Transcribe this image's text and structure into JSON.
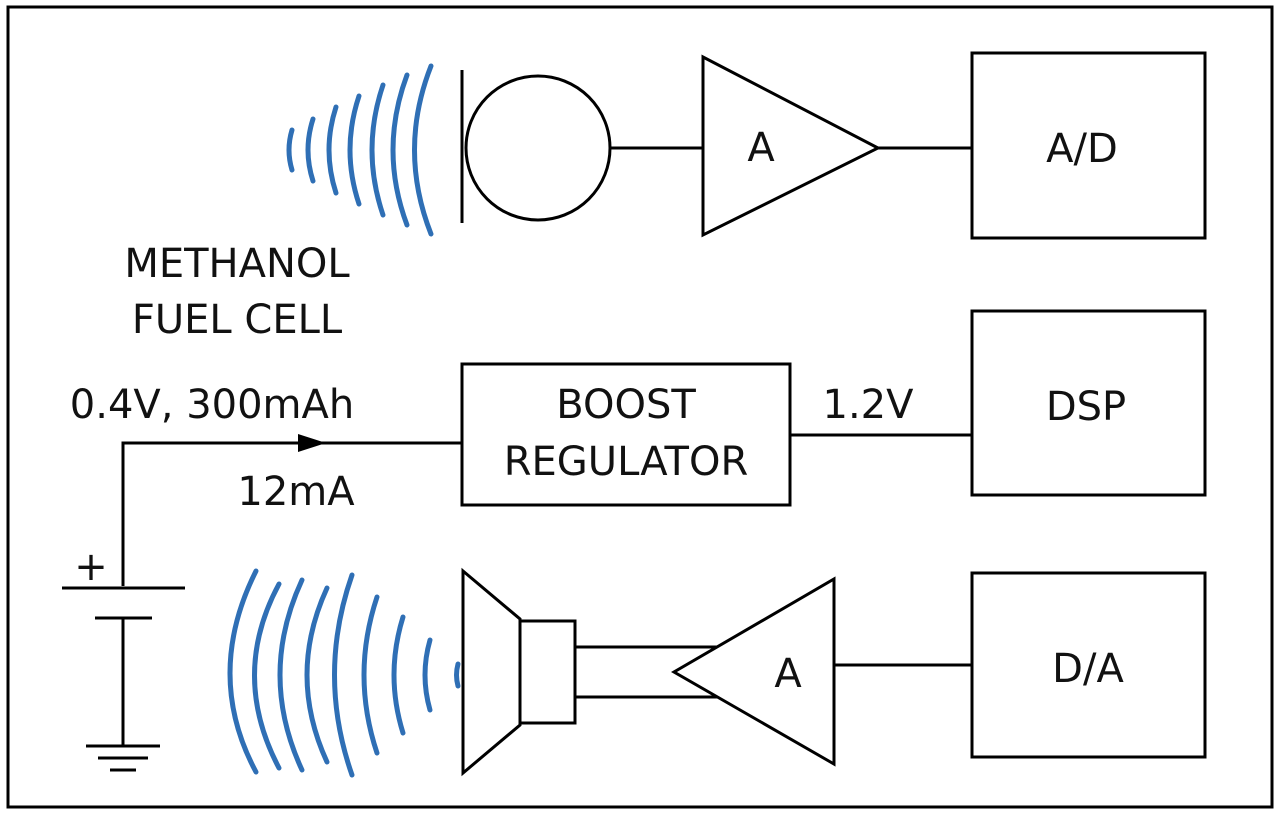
{
  "labels": {
    "amp_in": "A",
    "adc": "A/D",
    "fuel_cell_line1": "METHANOL",
    "fuel_cell_line2": "FUEL CELL",
    "cell_rating": "0.4V, 300mAh",
    "boost_line1": "BOOST",
    "boost_line2": "REGULATOR",
    "vout": "1.2V",
    "dsp": "DSP",
    "current": "12mA",
    "plus": "+",
    "amp_out": "A",
    "dac": "D/A"
  },
  "colors": {
    "sound_waves": "#2f6fb5",
    "lines": "#000000"
  },
  "icons": {
    "microphone": "microphone-icon",
    "speaker": "speaker-icon",
    "battery": "battery-icon",
    "ground": "ground-icon"
  }
}
